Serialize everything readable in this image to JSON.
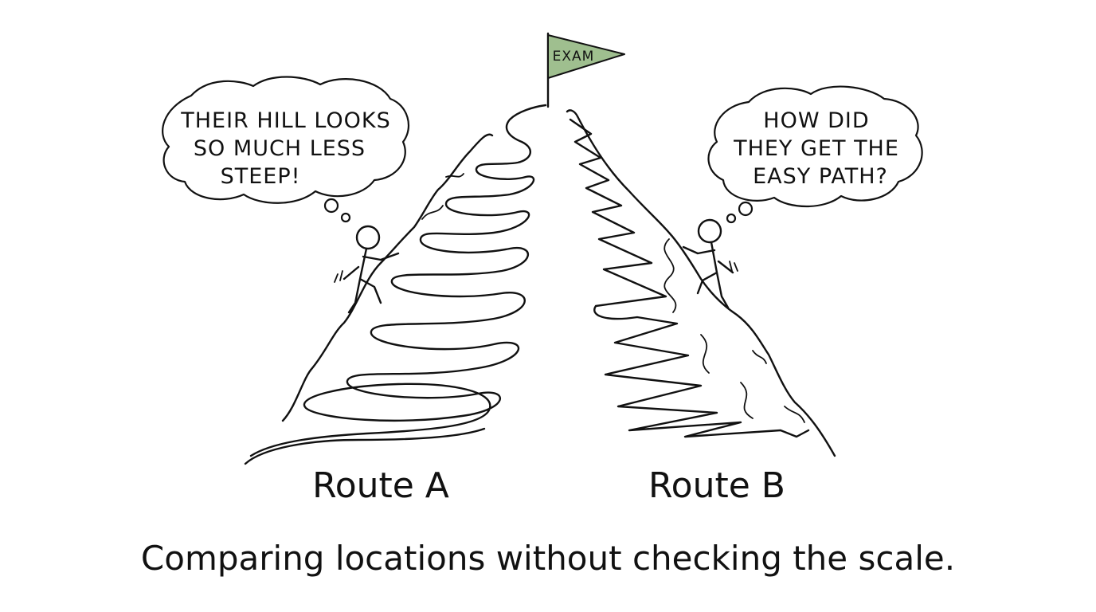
{
  "flag": {
    "label": "EXAM",
    "color": "#9fbf8f"
  },
  "left_bubble": {
    "lines": [
      "THEIR HILL LOOKS",
      "SO MUCH LESS",
      "STEEP!"
    ]
  },
  "right_bubble": {
    "lines": [
      "HOW DID",
      "THEY GET THE",
      "EASY PATH?"
    ]
  },
  "routes": {
    "a_label": "Route A",
    "b_label": "Route B"
  },
  "caption": "Comparing locations without checking the scale.",
  "colors": {
    "ink": "#111111",
    "background": "#ffffff"
  }
}
